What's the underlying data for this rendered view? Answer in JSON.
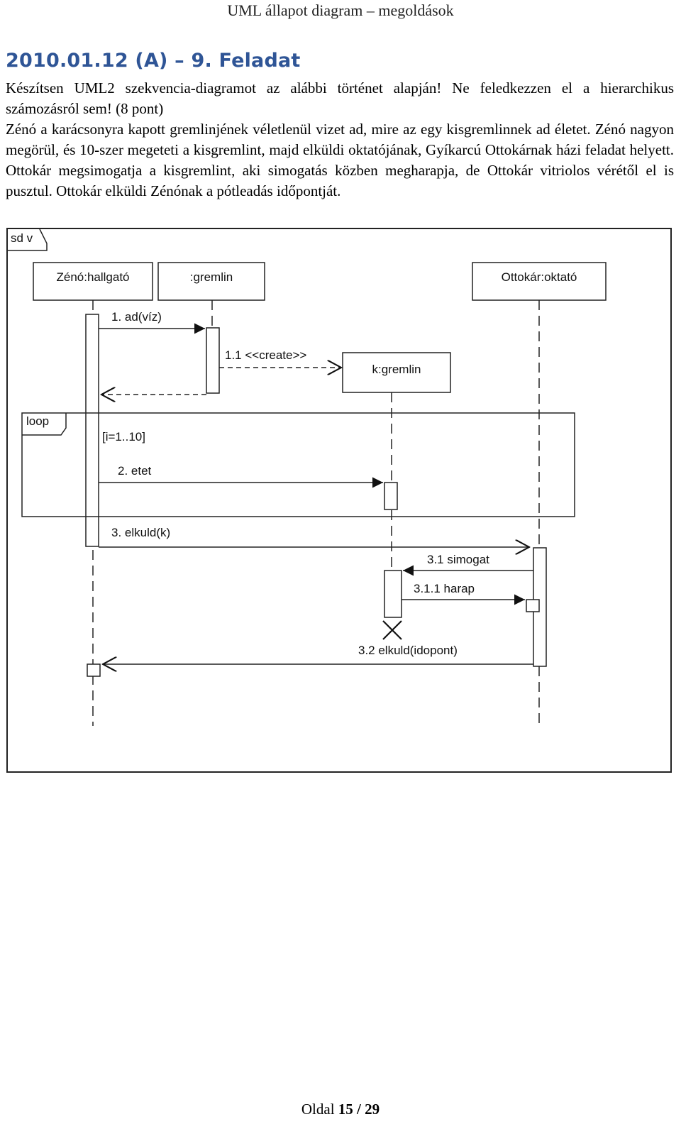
{
  "header": {
    "title": "UML állapot diagram – megoldások"
  },
  "heading": "2010.01.12 (A) – 9. Feladat",
  "paragraphs": [
    "Készítsen UML2 szekvencia-diagramot az alábbi történet alapján! Ne feledkezzen el a hierarchikus számozásról sem! (8 pont)",
    "Zénó a karácsonyra kapott gremlinjének véletlenül vizet ad, mire az egy kisgremlinnek ad életet. Zénó nagyon megörül, és 10-szer megeteti a kisgremlint, majd elküldi oktatójának, Gyíkarcú Ottokárnak házi feladat helyett. Ottokár megsimogatja a kisgremlint, aki simogatás közben megharapja, de Ottokár vitriolos vérétől el is pusztul. Ottokár elküldi Zénónak a pótleadás időpontját."
  ],
  "diagram": {
    "frame_label": "sd v",
    "lifelines": {
      "zeno": "Zénó:hallgató",
      "gremlin": ":gremlin",
      "ottokar": "Ottokár:oktató",
      "kgremlin": "k:gremlin"
    },
    "loop": {
      "label": "loop",
      "guard": "[i=1..10]"
    },
    "messages": {
      "m1": "1. ad(víz)",
      "m11": "1.1 <<create>>",
      "m2": "2. etet",
      "m3": "3. elkuld(k)",
      "m31": "3.1 simogat",
      "m311": "3.1.1 harap",
      "m32": "3.2 elkuld(idopont)"
    }
  },
  "footer": {
    "prefix": "Oldal",
    "page": "15",
    "sep": "/",
    "total": "29"
  }
}
